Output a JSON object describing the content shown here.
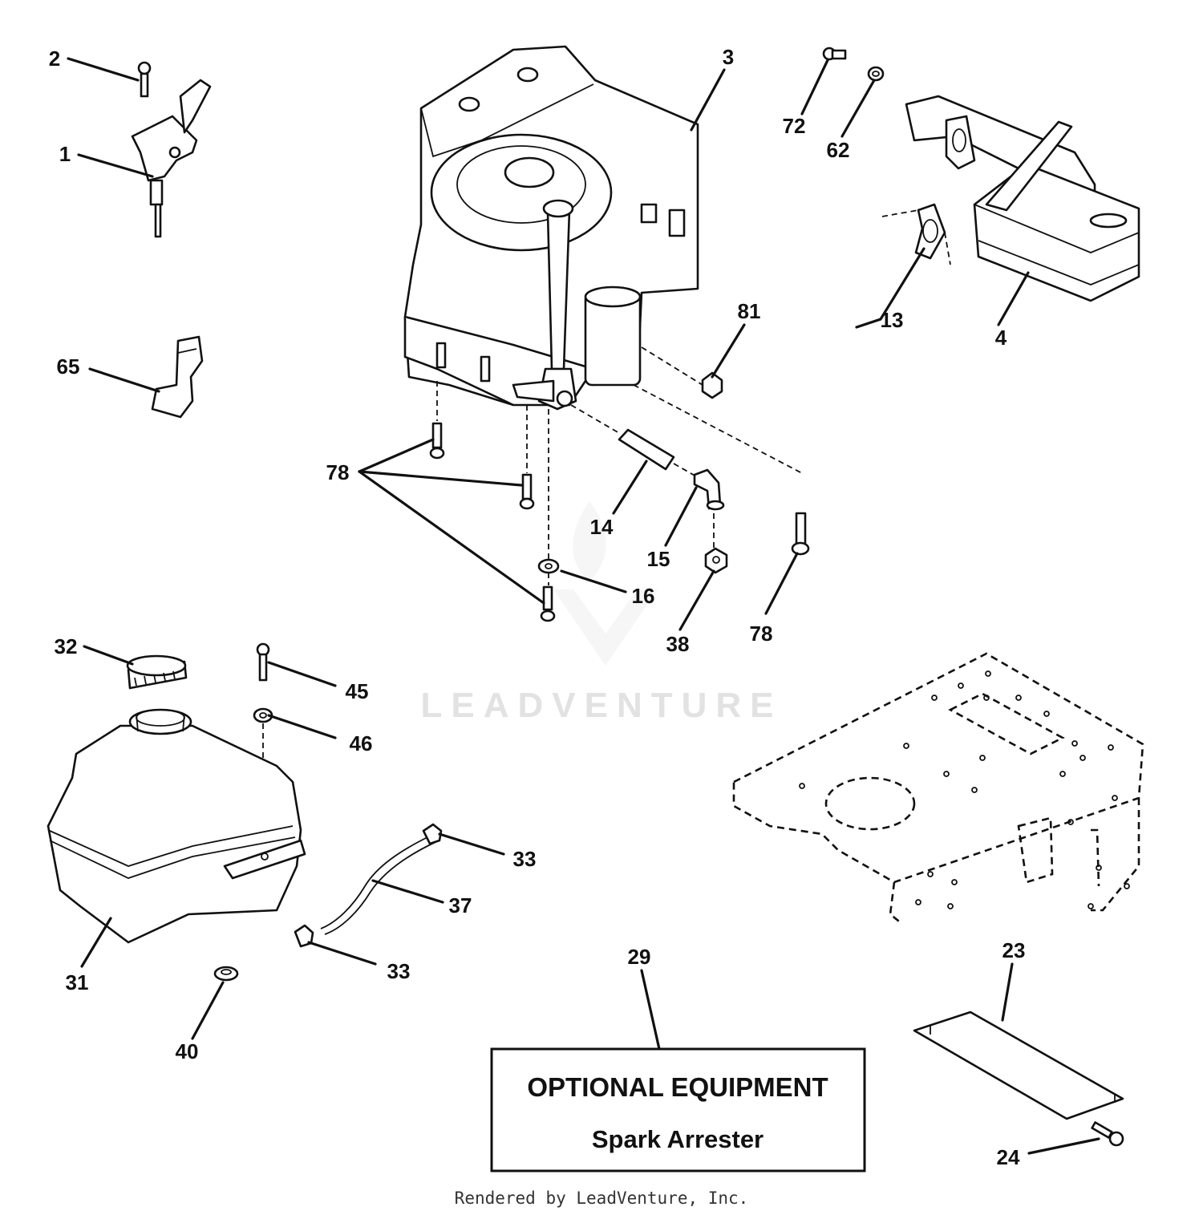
{
  "diagram": {
    "parts": [
      {
        "id": "p2",
        "label": "2"
      },
      {
        "id": "p1",
        "label": "1"
      },
      {
        "id": "p65",
        "label": "65"
      },
      {
        "id": "p3",
        "label": "3"
      },
      {
        "id": "p72",
        "label": "72"
      },
      {
        "id": "p62",
        "label": "62"
      },
      {
        "id": "p13",
        "label": "13"
      },
      {
        "id": "p4",
        "label": "4"
      },
      {
        "id": "p81",
        "label": "81"
      },
      {
        "id": "p78a",
        "label": "78"
      },
      {
        "id": "p14",
        "label": "14"
      },
      {
        "id": "p15",
        "label": "15"
      },
      {
        "id": "p16",
        "label": "16"
      },
      {
        "id": "p38",
        "label": "38"
      },
      {
        "id": "p78b",
        "label": "78"
      },
      {
        "id": "p32",
        "label": "32"
      },
      {
        "id": "p45",
        "label": "45"
      },
      {
        "id": "p46",
        "label": "46"
      },
      {
        "id": "p33a",
        "label": "33"
      },
      {
        "id": "p37",
        "label": "37"
      },
      {
        "id": "p33b",
        "label": "33"
      },
      {
        "id": "p31",
        "label": "31"
      },
      {
        "id": "p40",
        "label": "40"
      },
      {
        "id": "p29",
        "label": "29"
      },
      {
        "id": "p23",
        "label": "23"
      },
      {
        "id": "p24",
        "label": "24"
      }
    ],
    "optional_box": {
      "title": "OPTIONAL EQUIPMENT",
      "subtitle": "Spark Arrester"
    },
    "watermark": "LEADVENTURE",
    "footer": "Rendered by LeadVenture, Inc.",
    "colors": {
      "ink": "#111111",
      "watermark": "#e2e2e2",
      "background": "#ffffff"
    }
  }
}
